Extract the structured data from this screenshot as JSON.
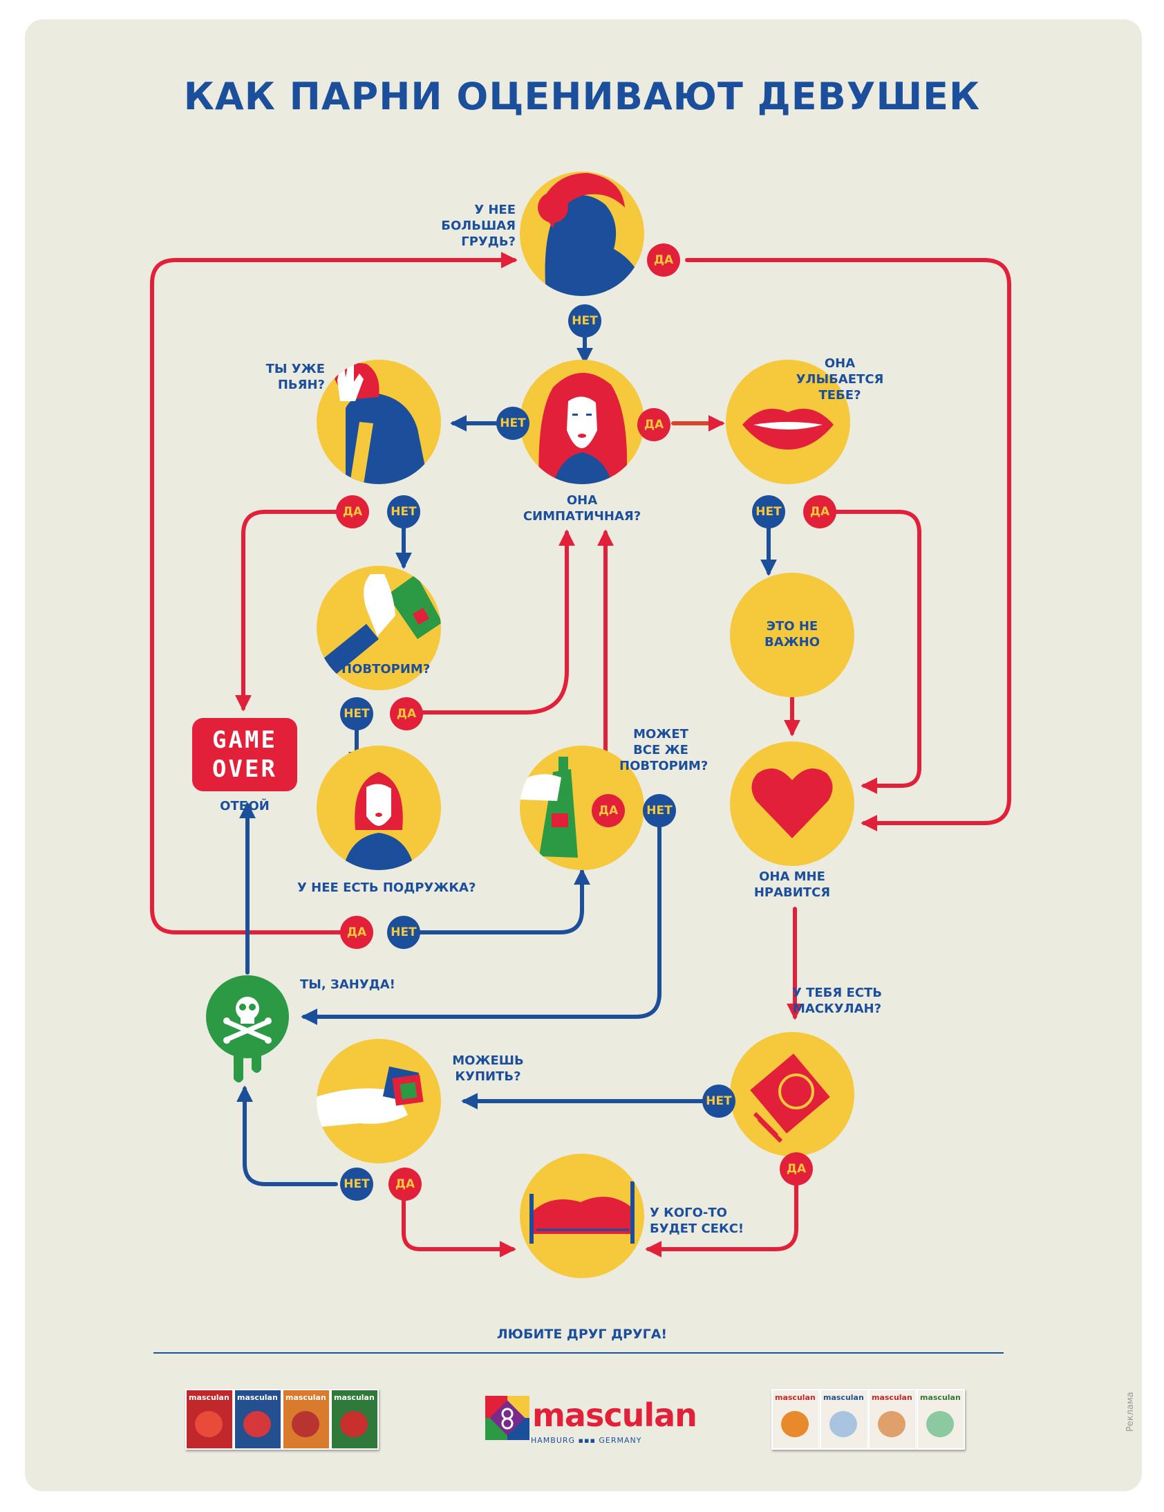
{
  "title": "КАК ПАРНИ ОЦЕНИВАЮТ ДЕВУШЕК",
  "colors": {
    "background": "#ecebe0",
    "blue": "#1b4f9c",
    "red": "#e2203a",
    "yellow": "#f6c83c",
    "green": "#2c9a45"
  },
  "answers": {
    "yes": "ДА",
    "no": "НЕТ"
  },
  "nodes": {
    "big_breasts": {
      "label": "У НЕЕ\nБОЛЬШАЯ\nГРУДЬ?",
      "icon": "bust-icon"
    },
    "is_pretty": {
      "label": "ОНА\nСИМПАТИЧНАЯ?",
      "icon": "redhead-woman-icon"
    },
    "are_you_drunk": {
      "label": "ТЫ УЖЕ\nПЬЯН?",
      "icon": "facepalm-icon"
    },
    "she_smiles": {
      "label": "ОНА\nУЛЫБАЕТСЯ\nТЕБЕ?",
      "icon": "lips-icon"
    },
    "repeat": {
      "label": "ПОВТОРИМ?",
      "icon": "bottle-hand-icon"
    },
    "not_important": {
      "label": "ЭТО НЕ\nВАЖНО"
    },
    "game_over": {
      "line1": "GAME",
      "line2": "OVER",
      "caption": "ОТБОЙ"
    },
    "has_friend": {
      "label": "У НЕЕ ЕСТЬ ПОДРУЖКА?",
      "icon": "woman-portrait-icon"
    },
    "maybe_repeat": {
      "label": "МОЖЕТ\nВСЕ ЖЕ\nПОВТОРИМ?",
      "icon": "bottle-hand-icon"
    },
    "i_like_her": {
      "label": "ОНА МНЕ\nНРАВИТСЯ",
      "icon": "heart-icon"
    },
    "bore": {
      "label": "ТЫ, ЗАНУДА!",
      "icon": "skull-crossbones-icon"
    },
    "have_masculan": {
      "label": "У ТЕБЯ ЕСТЬ\nМАСКУЛАН?",
      "icon": "condom-pack-icon"
    },
    "can_buy": {
      "label": "МОЖЕШЬ\nКУПИТЬ?",
      "icon": "hand-pack-icon"
    },
    "sex": {
      "label": "У КОГО-ТО\nБУДЕТ СЕКС!",
      "icon": "bed-icon"
    }
  },
  "slogan": "ЛЮБИТЕ ДРУГ ДРУГА!",
  "brand": {
    "name": "masculan",
    "sub": "HAMBURG ▪▪▪ GERMANY",
    "pack_label": "masculan"
  },
  "ad_note": "Реклама"
}
